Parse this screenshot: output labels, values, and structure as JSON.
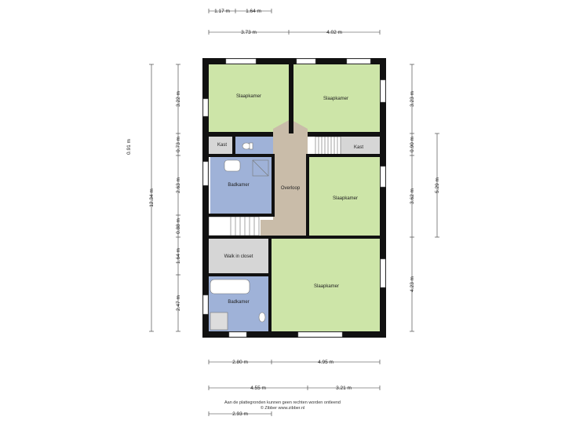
{
  "colors": {
    "bedroom": "#cde5a8",
    "bathroom": "#9fb2d8",
    "hall": "#c9bca9",
    "storage": "#d6d6d6",
    "wall": "#111111",
    "dimension": "#333333"
  },
  "rooms": {
    "bedroom_top_left": "Slaapkamer",
    "bedroom_top_right": "Slaapkamer",
    "bedroom_mid_right": "Slaapkamer",
    "bedroom_bottom_right": "Slaapkamer",
    "closet_left": "Kast",
    "closet_right": "Kast",
    "bathroom_upper": "Badkamer",
    "bathroom_lower": "Badkamer",
    "hallway": "Overloop",
    "walk_in_closet": "Walk in closet"
  },
  "dimensions": {
    "top_row1_a": "1.17 m",
    "top_row1_b": "1.64 m",
    "top_row2_a": "3.73 m",
    "top_row2_b": "4.02 m",
    "bottom_row1_a": "2.80 m",
    "bottom_row1_b": "4.95 m",
    "bottom_row2_a": "4.55 m",
    "bottom_row2_b": "3.21 m",
    "bottom_row3": "2.93 m",
    "left_outer": "0.91 m",
    "left_total": "12.34 m",
    "left_1": "3.22 m",
    "left_2": "0.73 m",
    "left_3": "2.63 m",
    "left_4": "0.88 m",
    "left_5": "1.64 m",
    "left_6": "2.47 m",
    "right_1": "3.23 m",
    "right_2": "0.90 m",
    "right_3": "3.62 m",
    "right_4": "4.23 m",
    "right_outer": "5.29 m"
  },
  "footer": {
    "line1": "Aan de plattegronden kunnen geen rechten worden ontleend",
    "line2": "© Zibber www.zibber.nl"
  }
}
